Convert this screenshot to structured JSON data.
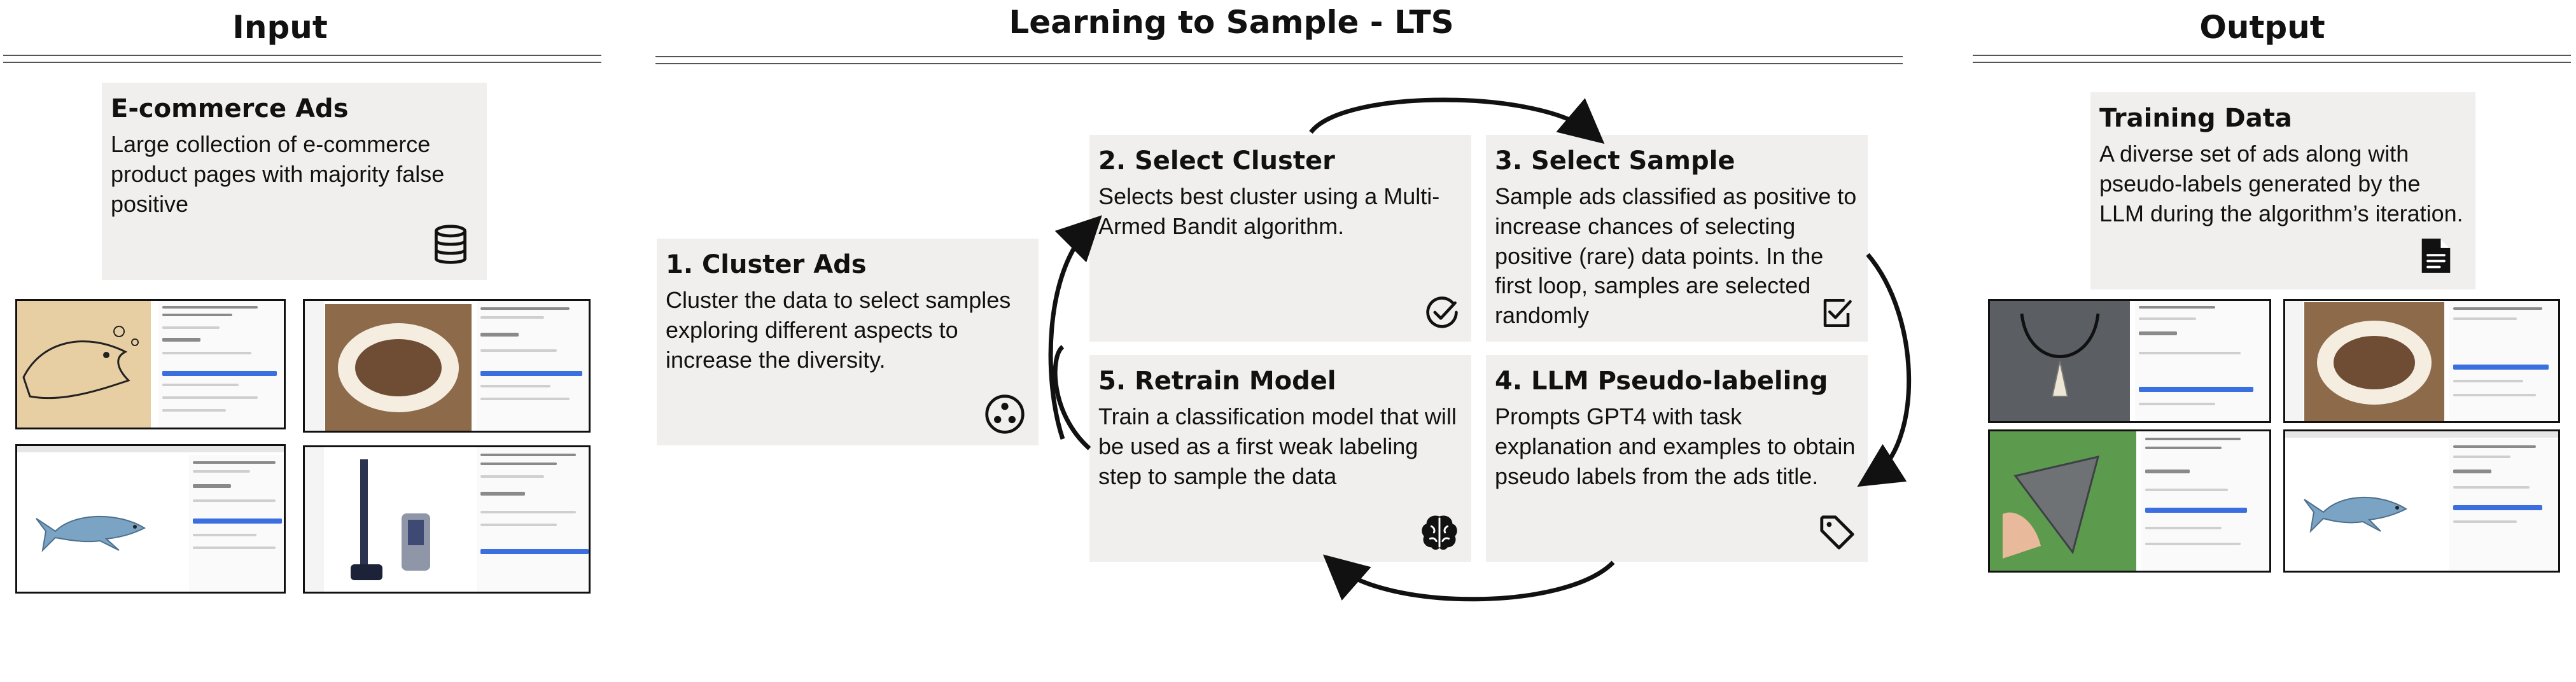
{
  "sections": {
    "input_title": "Input",
    "lts_title": "Learning to Sample - LTS",
    "output_title": "Output"
  },
  "input_box": {
    "title": "E-commerce Ads",
    "text": "Large collection of  e-commerce product pages with majority false positive",
    "icon": "database-icon"
  },
  "steps": [
    {
      "title": "1. Cluster Ads",
      "text": "Cluster the data to select samples exploring different aspects to increase the diversity.",
      "icon": "cluster-icon"
    },
    {
      "title": "2. Select Cluster",
      "text": "Selects best cluster using a Multi-Armed Bandit algorithm.",
      "icon": "check-circle-icon"
    },
    {
      "title": "3. Select Sample",
      "text": "Sample ads classified as positive to increase chances of selecting positive (rare) data points. In the first loop, samples are selected randomly",
      "icon": "checkbox-icon"
    },
    {
      "title": "4.  LLM Pseudo-labeling",
      "text": "Prompts GPT4 with task explanation and examples to obtain pseudo labels from the ads title.",
      "icon": "tag-icon"
    },
    {
      "title": "5. Retrain Model",
      "text": "Train a classification model that will be used as a first weak labeling step to sample the data",
      "icon": "brain-icon"
    }
  ],
  "output_box": {
    "title": "Training Data",
    "text": "A diverse set of ads along with pseudo-labels generated by the LLM during the algorithm’s iteration.",
    "icon": "document-icon"
  },
  "input_thumbnails": [
    "shark-drawing-product-page",
    "shark-jaw-product-page",
    "shark-toy-product-page",
    "vacuum-cleaner-product-page"
  ],
  "output_thumbnails": [
    "shark-tooth-necklace-product-page",
    "shark-jaw-product-page",
    "shark-tooth-fossil-product-page",
    "shark-toy-product-page"
  ],
  "colors": {
    "box_bg": "#f0efed",
    "line": "#111111",
    "button_blue": "#3b6fe0"
  }
}
